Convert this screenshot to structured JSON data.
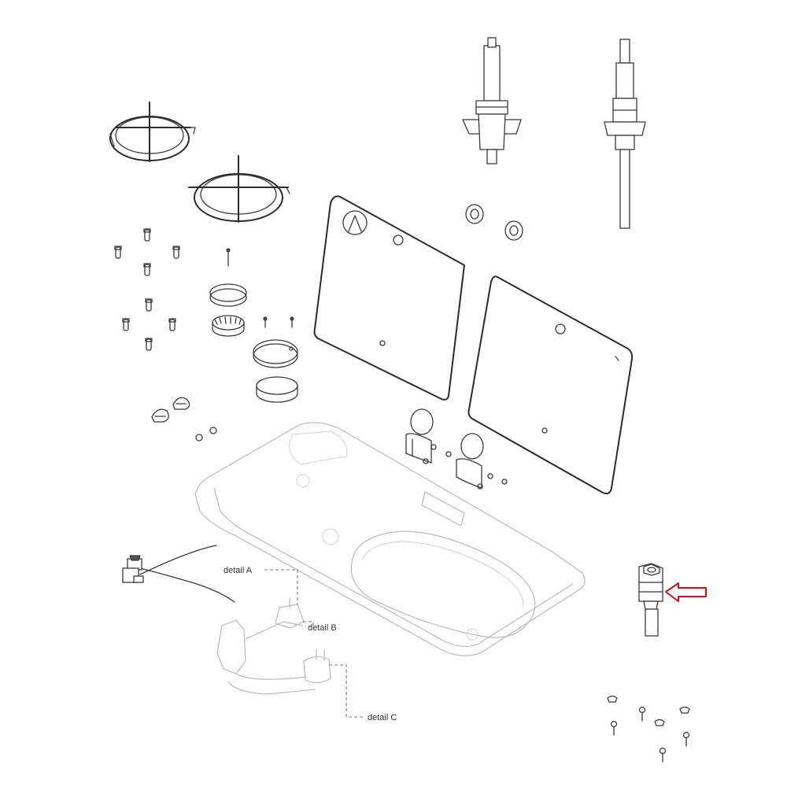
{
  "callouts": {
    "detail_a": "detail A",
    "detail_b": "detail B",
    "detail_c": "detail C"
  },
  "colors": {
    "highlight_arrow": "#c0171c",
    "line_art": "#3a3a3a",
    "faint_line_art": "#b9b9b9"
  }
}
